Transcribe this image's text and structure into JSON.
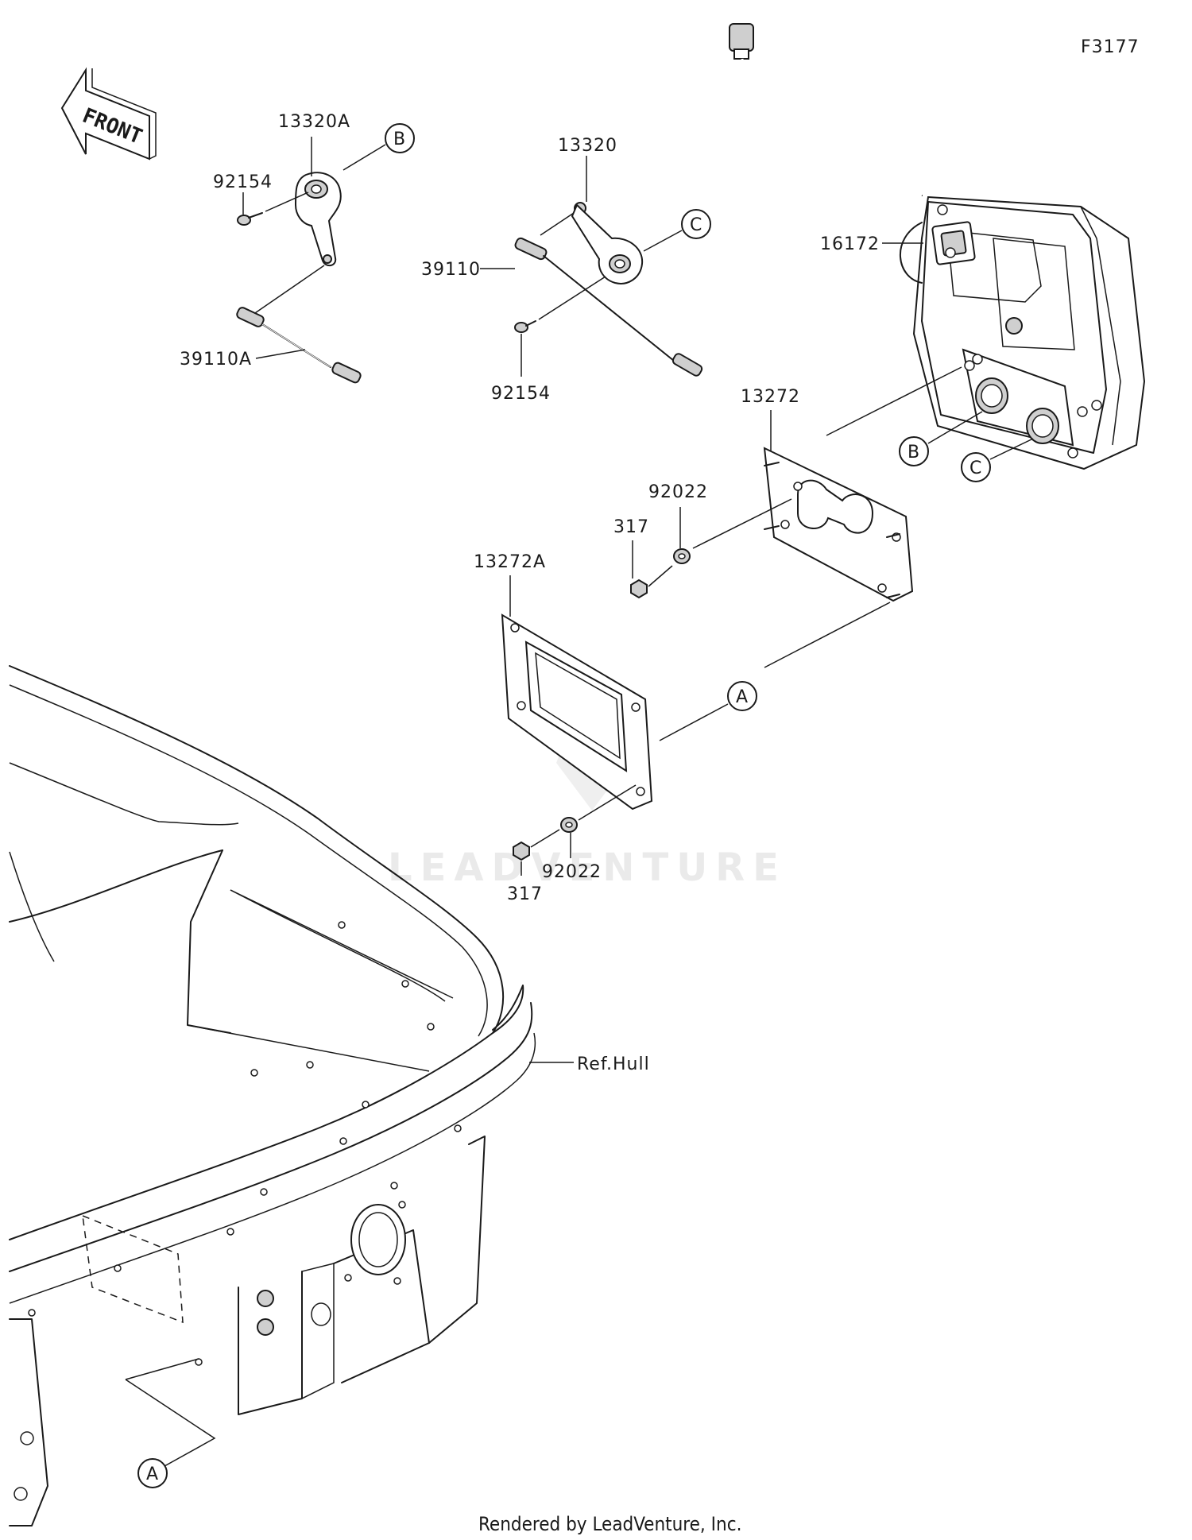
{
  "figure_code": "F3177",
  "front_arrow_label": "FRONT",
  "watermark": "LEADVENTURE",
  "footer": "Rendered by LeadVenture, Inc.",
  "parts": {
    "lever_b": "13320A",
    "screw_left": "92154",
    "cable_left": "39110A",
    "lever_c": "13320",
    "cable_right": "39110",
    "screw_right": "92154",
    "meter_unit": "16172",
    "gasket_upper": "13272",
    "washer_upper": "92022",
    "nut_upper": "317",
    "gasket_lower": "13272A",
    "washer_lower": "92022",
    "nut_lower": "317",
    "hull_ref": "Ref.Hull"
  },
  "callouts": {
    "a": "A",
    "b": "B",
    "c": "C"
  }
}
